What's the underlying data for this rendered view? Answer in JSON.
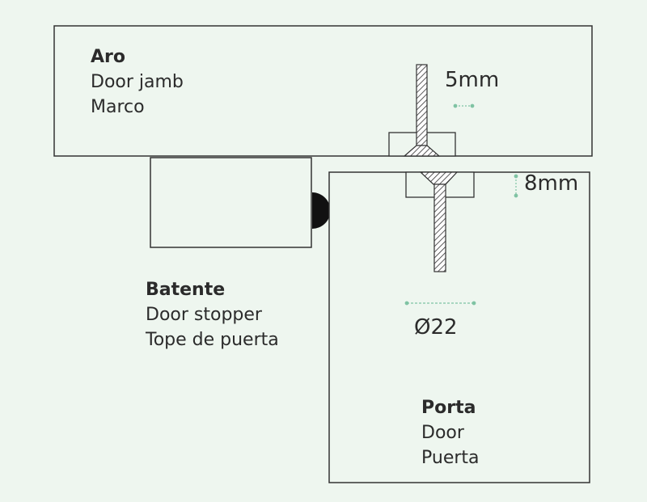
{
  "jamb": {
    "title": "Aro",
    "line1": "Door jamb",
    "line2": "Marco"
  },
  "stopper": {
    "title": "Batente",
    "line1": "Door stopper",
    "line2": "Tope de puerta"
  },
  "door": {
    "title": "Porta",
    "line1": "Door",
    "line2": "Puerta"
  },
  "dimensions": {
    "pin_width": "5mm",
    "pin_depth": "8mm",
    "bushing_diameter": "Ø22"
  },
  "colors": {
    "background": "#eef6ef",
    "stroke": "#333333",
    "dimension": "#7fc3a3",
    "stopper": "#111111"
  }
}
